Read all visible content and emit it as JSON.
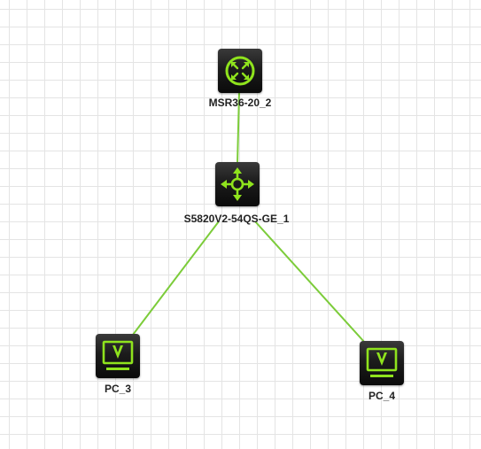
{
  "topology": {
    "link_color": "#7ccc3a",
    "icon_color": "#8fe31d",
    "devices": {
      "router": {
        "name": "MSR36-20_2",
        "icon": "router-icon"
      },
      "switch": {
        "name": "S5820V2-54QS-GE_1",
        "icon": "switch-icon"
      },
      "pc3": {
        "name": "PC_3",
        "icon": "pc-icon"
      },
      "pc4": {
        "name": "PC_4",
        "icon": "pc-icon"
      }
    },
    "links": [
      {
        "from": "router",
        "to": "switch"
      },
      {
        "from": "switch",
        "to": "pc3"
      },
      {
        "from": "switch",
        "to": "pc4"
      }
    ]
  }
}
